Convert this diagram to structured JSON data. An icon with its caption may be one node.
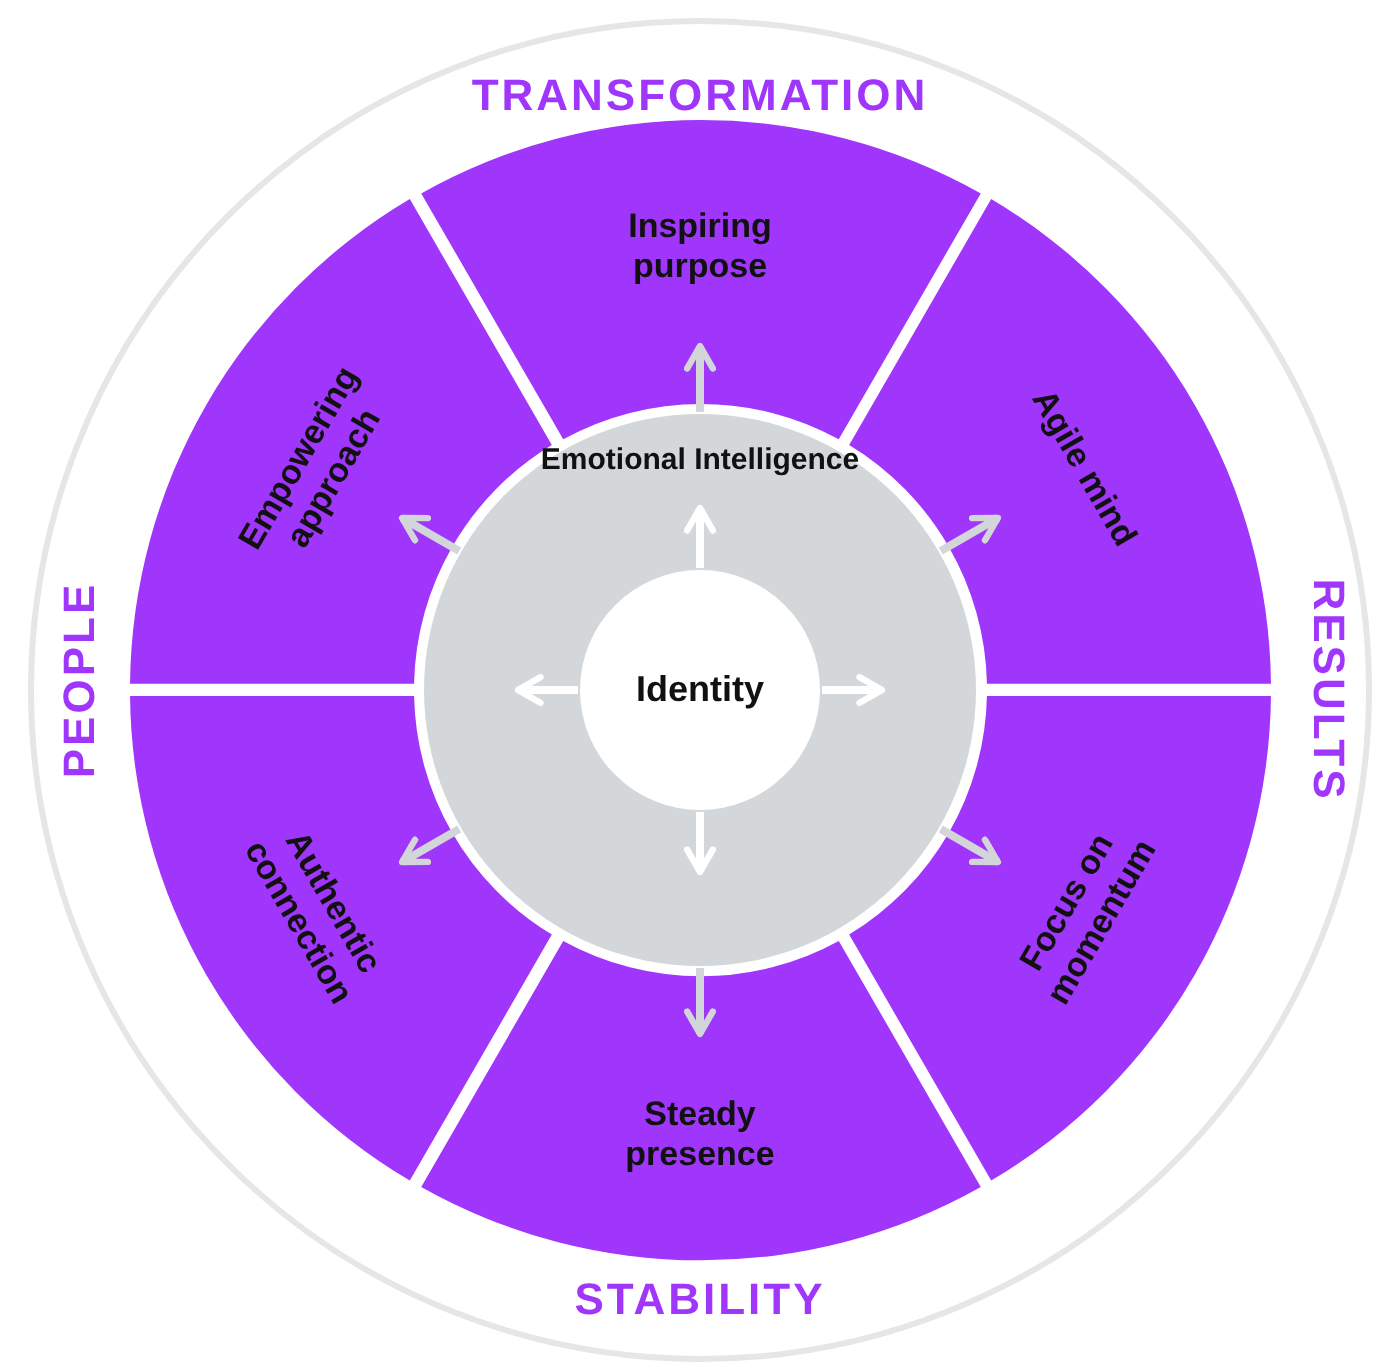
{
  "diagram": {
    "nodes": [
      {
        "text": [
          "Inspiring purpose"
        ]
      },
      {
        "text": [
          "Agile mind"
        ]
      },
      {
        "text": [
          "Focus on momentum"
        ]
      },
      {
        "text": [
          "Steady presence"
        ]
      },
      {
        "text": [
          "Authentic connection"
        ]
      },
      {
        "text": [
          "Empowering approach"
        ]
      },
      {
        "text": [
          "Emotional Intelligence"
        ]
      },
      {
        "text": [
          "Identity"
        ],
        "in": 6
      }
    ],
    "edges": [
      {
        "from": 7,
        "to": null,
        "arrow": "to",
        "color": "#ffffff"
      },
      {
        "from": 7,
        "to": null,
        "arrow": "to",
        "color": "#ffffff"
      },
      {
        "from": 7,
        "to": null,
        "arrow": "to",
        "color": "#ffffff"
      },
      {
        "from": 7,
        "to": null,
        "arrow": "to",
        "color": "#ffffff"
      },
      {
        "from": 6,
        "to": 0,
        "arrow": "to"
      },
      {
        "from": 6,
        "to": 1,
        "arrow": "to"
      },
      {
        "from": 6,
        "to": 2,
        "arrow": "to"
      },
      {
        "from": 6,
        "to": 3,
        "arrow": "to"
      },
      {
        "from": 6,
        "to": 4,
        "arrow": "to"
      },
      {
        "from": 6,
        "to": 5,
        "arrow": "to"
      }
    ],
    "labels": [
      "TRANSFORMATION",
      "PEOPLE",
      "RESULTS",
      "STABILITY"
    ]
  }
}
